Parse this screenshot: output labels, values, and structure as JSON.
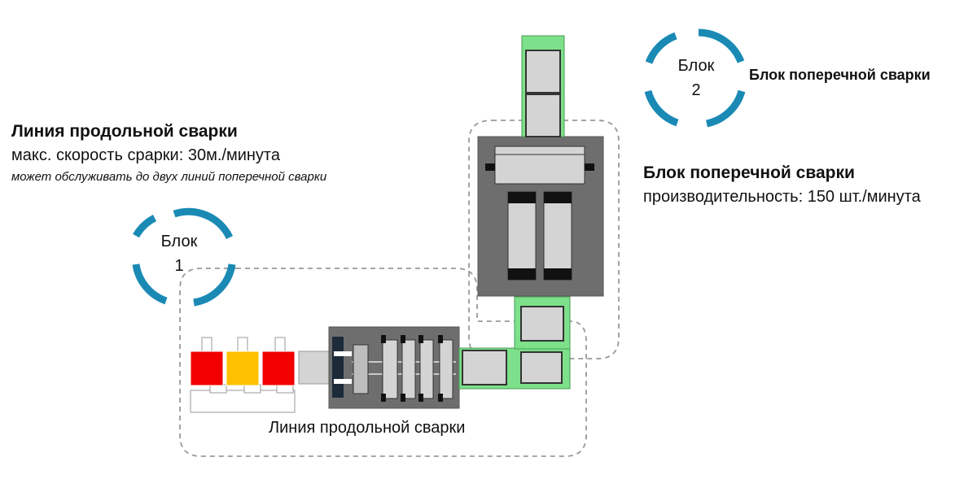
{
  "longitudinal_line": {
    "title": "Линия продольной сварки",
    "speed": "макс. скорость срарки: 30м./минута",
    "note": "может обслуживать до двух линий поперечной сварки",
    "bottom_label": "Линия продольной сварки"
  },
  "transverse_unit": {
    "title": "Блок поперечной сварки",
    "performance": "производительность: 150 шт./минута",
    "block2_caption": "Блок поперечной сварки"
  },
  "block1": {
    "line1": "Блок",
    "line2": "1"
  },
  "block2": {
    "line1": "Блок",
    "line2": "2"
  },
  "colors": {
    "ring": "#1a8ab5",
    "green": "#7de08a",
    "dark_gray": "#6e6e6e",
    "light_gray": "#d4d4d4",
    "red": "#f20000",
    "yellow": "#ffc000",
    "dashed": "#999999"
  }
}
